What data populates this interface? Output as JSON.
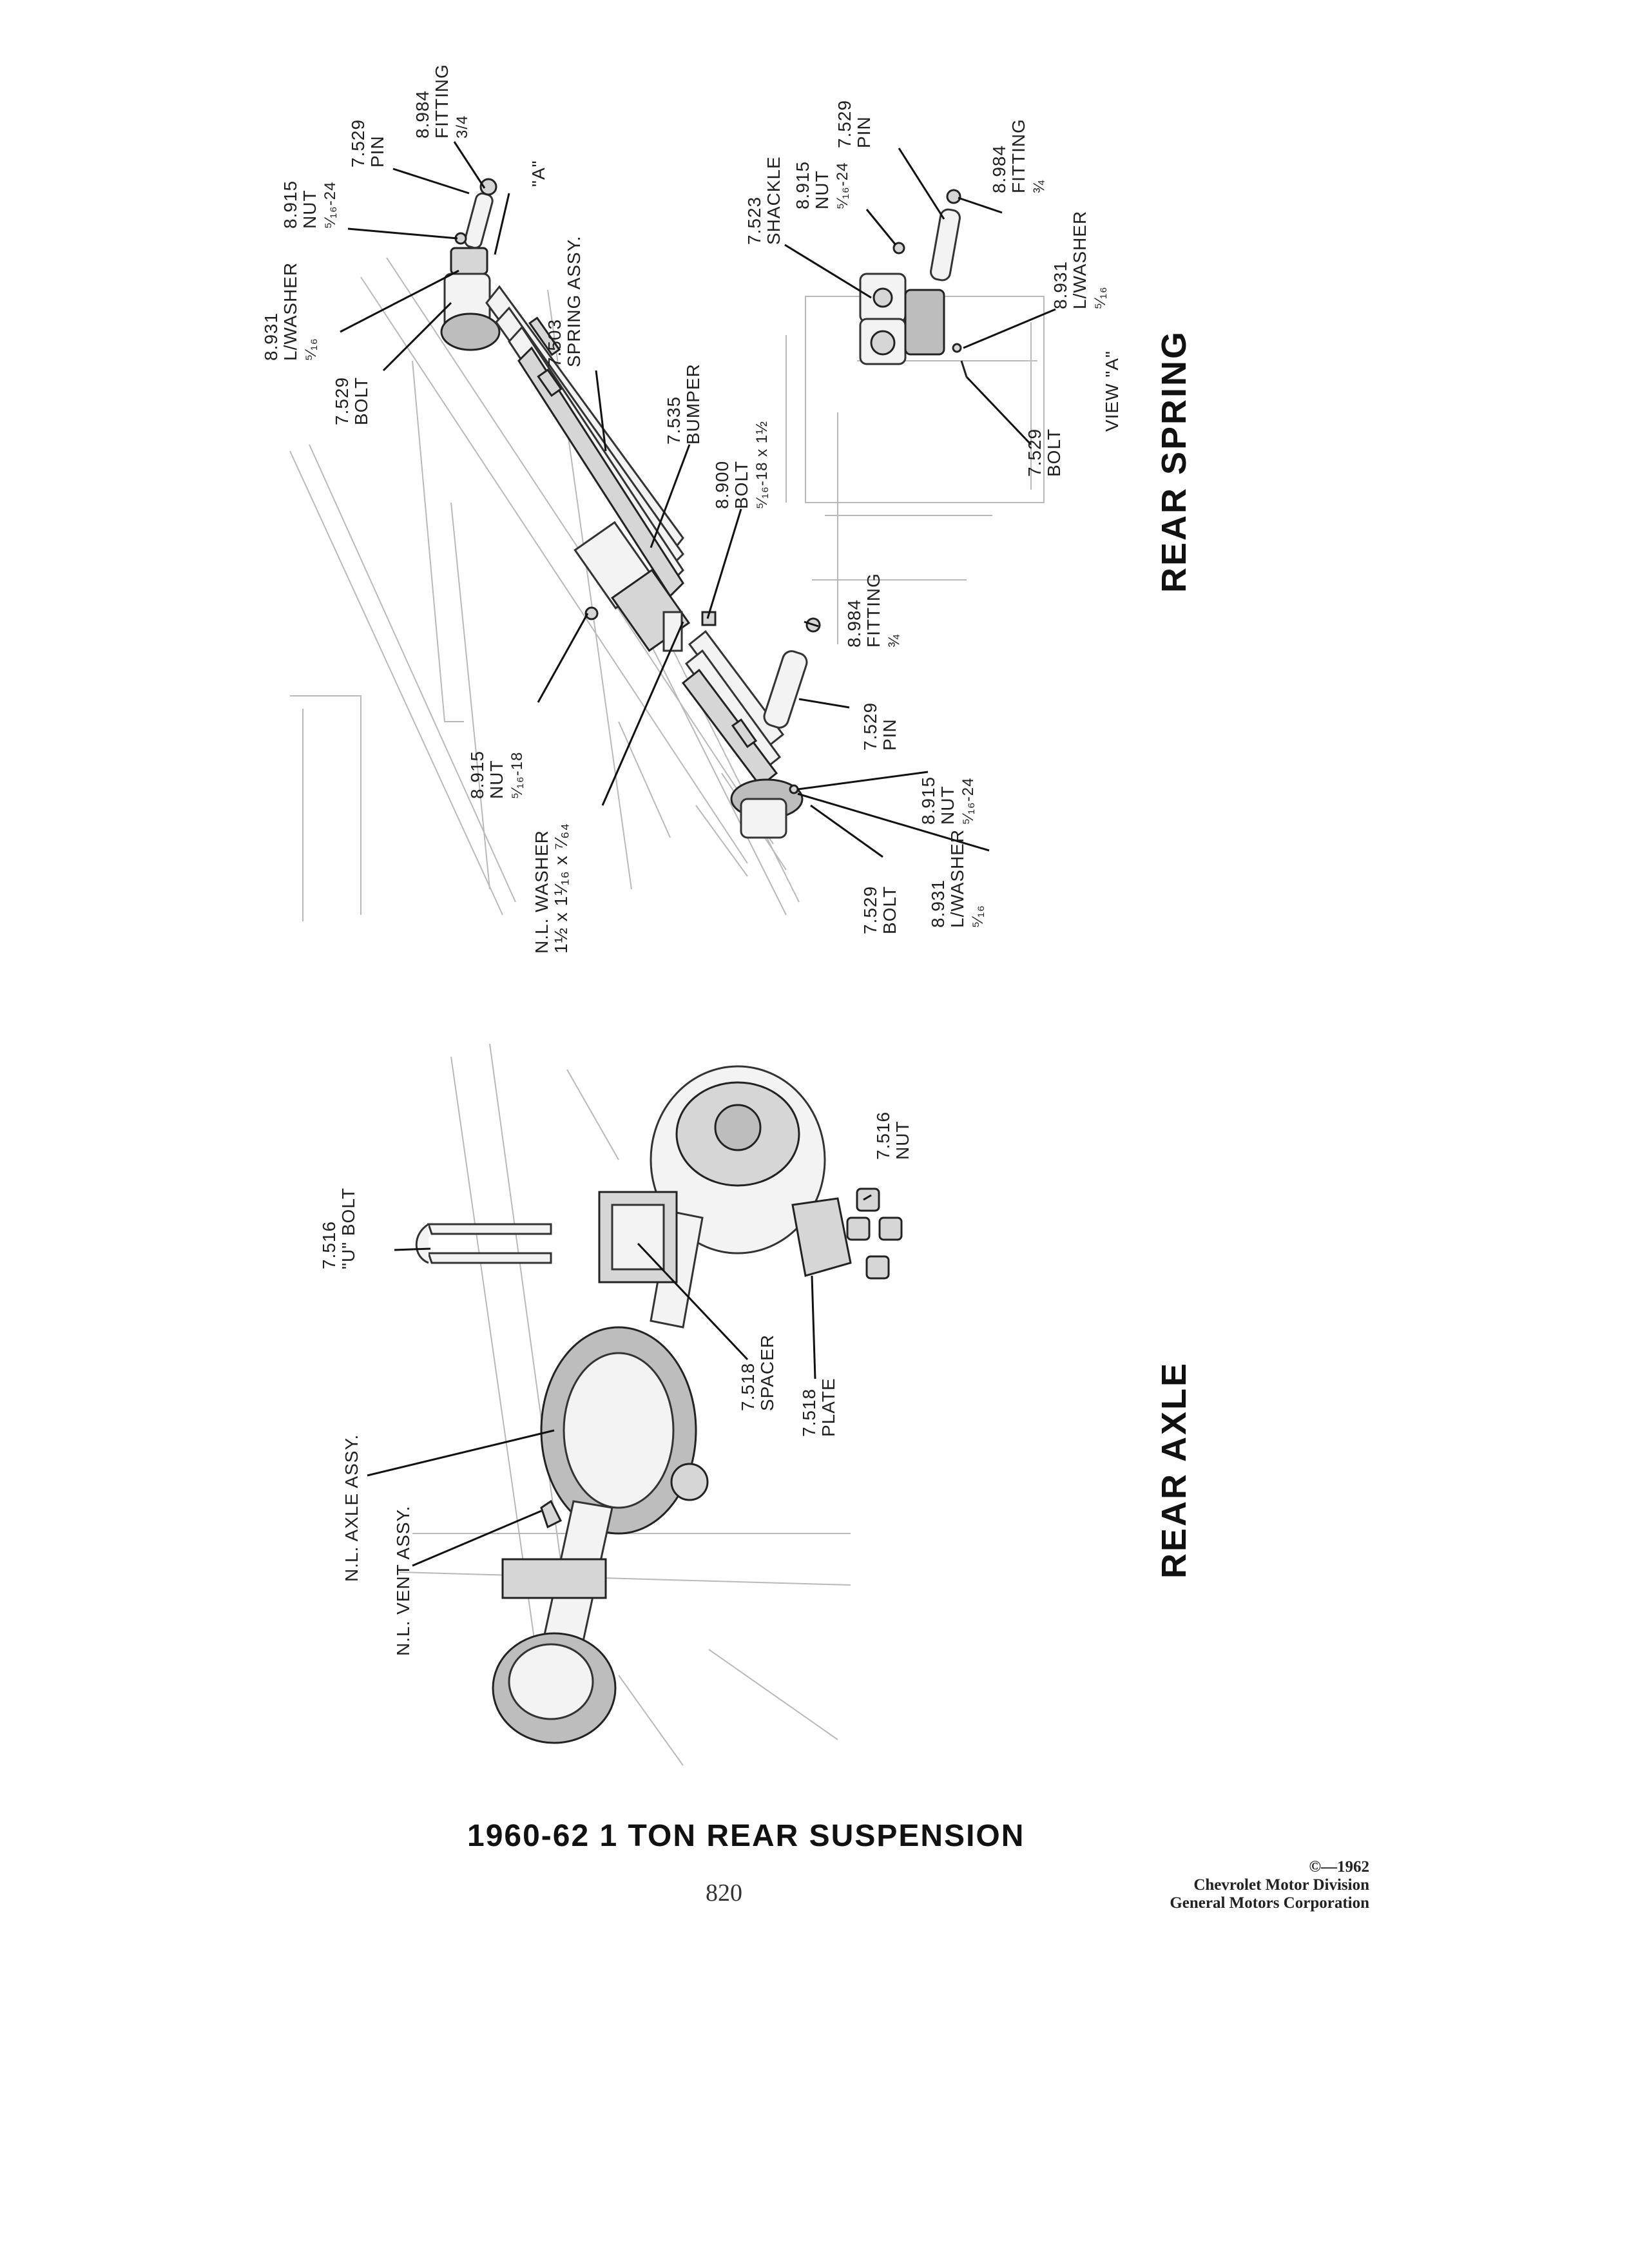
{
  "sections": {
    "rear_spring": "REAR SPRING",
    "rear_axle": "REAR AXLE",
    "view_a": "VIEW \"A\"",
    "callout_a": "\"A\""
  },
  "page": {
    "title": "1960-62 1 TON REAR SUSPENSION",
    "number": "820",
    "copyright": [
      "©—1962",
      "Chevrolet Motor Division",
      "General Motors Corporation"
    ]
  },
  "spring_labels": [
    {
      "lines": [
        "8.984",
        "FITTING",
        "3/4"
      ]
    },
    {
      "lines": [
        "7.529",
        "PIN"
      ]
    },
    {
      "lines": [
        "8.915",
        "NUT",
        "⁵⁄₁₆-24"
      ]
    },
    {
      "lines": [
        "8.931",
        "L/WASHER",
        "⁵⁄₁₆"
      ]
    },
    {
      "lines": [
        "7.529",
        "BOLT"
      ]
    },
    {
      "lines": [
        "7.503",
        "SPRING ASSY."
      ]
    },
    {
      "lines": [
        "7.535",
        "BUMPER"
      ]
    },
    {
      "lines": [
        "8.900",
        "BOLT",
        "⁵⁄₁₆-18 x 1½"
      ]
    },
    {
      "lines": [
        "8.915",
        "NUT",
        "⁵⁄₁₆-18"
      ]
    },
    {
      "lines": [
        "N.L. WASHER",
        "1½ x 1¹⁄₁₆ x ⁷⁄₆₄"
      ]
    },
    {
      "lines": [
        "8.984",
        "FITTING",
        "¾"
      ]
    },
    {
      "lines": [
        "7.529",
        "PIN"
      ]
    },
    {
      "lines": [
        "8.915",
        "NUT",
        "⁵⁄₁₆-24"
      ]
    },
    {
      "lines": [
        "8.931",
        "L/WASHER",
        "⁵⁄₁₆"
      ]
    },
    {
      "lines": [
        "7.529",
        "BOLT"
      ]
    }
  ],
  "view_a_labels": [
    {
      "lines": [
        "7.523",
        "SHACKLE"
      ]
    },
    {
      "lines": [
        "8.915",
        "NUT",
        "⁵⁄₁₆-24"
      ]
    },
    {
      "lines": [
        "7.529",
        "PIN"
      ]
    },
    {
      "lines": [
        "8.984",
        "FITTING",
        "¾"
      ]
    },
    {
      "lines": [
        "8.931",
        "L/WASHER",
        "⁵⁄₁₆"
      ]
    },
    {
      "lines": [
        "7.529",
        "BOLT"
      ]
    }
  ],
  "axle_labels": [
    {
      "lines": [
        "7.516",
        "\"U\" BOLT"
      ]
    },
    {
      "lines": [
        "7.516",
        "NUT"
      ]
    },
    {
      "lines": [
        "7.518",
        "SPACER"
      ]
    },
    {
      "lines": [
        "7.518",
        "PLATE"
      ]
    },
    {
      "lines": [
        "N.L. AXLE ASSY."
      ]
    },
    {
      "lines": [
        "N.L. VENT ASSY."
      ]
    }
  ]
}
